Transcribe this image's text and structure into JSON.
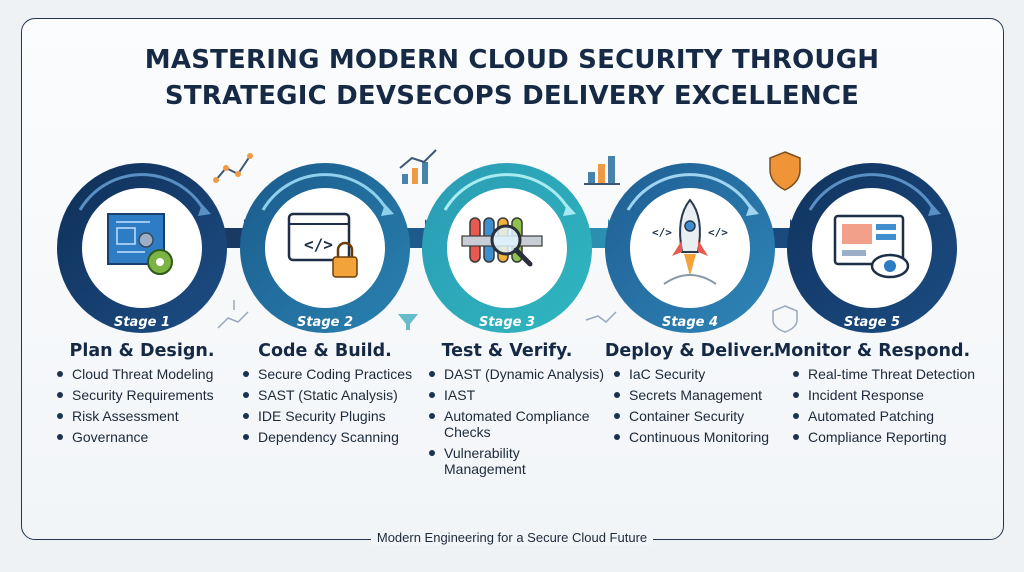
{
  "title_line1": "MASTERING MODERN CLOUD SECURITY THROUGH",
  "title_line2": "STRATEGIC DEVSECOPS DELIVERY EXCELLENCE",
  "stages": [
    {
      "badge": "Stage 1",
      "name": "Plan & Design.",
      "items": [
        "Cloud Threat Modeling",
        "Security Requirements",
        "Risk Assessment",
        "Governance"
      ],
      "icon": "blueprint-gear-icon"
    },
    {
      "badge": "Stage 2",
      "name": "Code & Build.",
      "items": [
        "Secure Coding Practices",
        "SAST (Static Analysis)",
        "IDE Security Plugins",
        "Dependency Scanning"
      ],
      "icon": "code-window-lock-icon"
    },
    {
      "badge": "Stage 3",
      "name": "Test & Verify.",
      "items": [
        "DAST (Dynamic Analysis)",
        "IAST",
        "Automated Compliance Checks",
        "Vulnerability Management"
      ],
      "icon": "test-tubes-magnifier-icon"
    },
    {
      "badge": "Stage 4",
      "name": "Deploy & Deliver.",
      "items": [
        "IaC Security",
        "Secrets Management",
        "Container Security",
        "Continuous Monitoring"
      ],
      "icon": "rocket-launch-icon"
    },
    {
      "badge": "Stage 5",
      "name": "Monitor & Respond.",
      "items": [
        "Real-time Threat Detection",
        "Incident Response",
        "Automated Patching",
        "Compliance Reporting"
      ],
      "icon": "monitor-eye-icon"
    }
  ],
  "footer": "Modern Engineering for a Secure Cloud Future",
  "colors": {
    "navy": "#1a3a64",
    "blue": "#2a6f9e",
    "teal": "#2aa3b4",
    "orange": "#f08a24",
    "text": "#152945"
  }
}
